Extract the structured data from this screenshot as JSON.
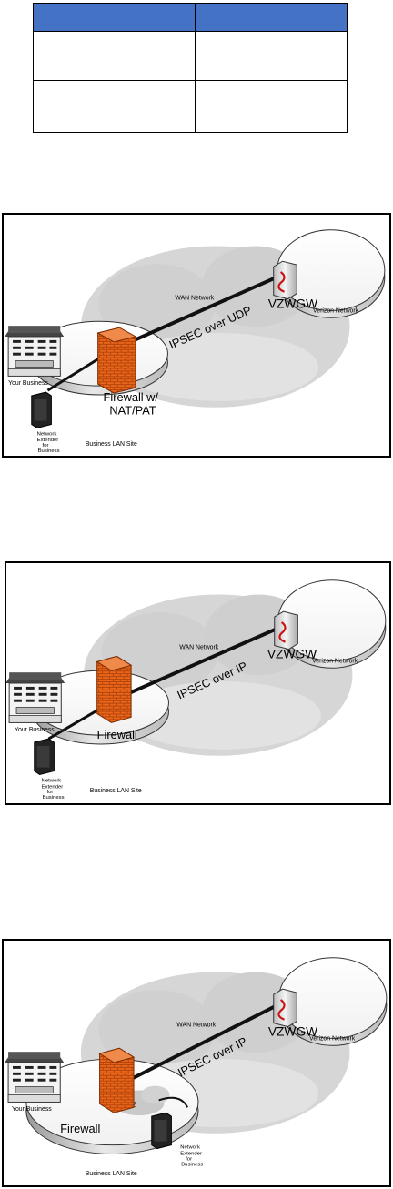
{
  "table": {
    "header": [
      "",
      ""
    ],
    "rows": [
      [
        "",
        ""
      ],
      [
        "",
        ""
      ]
    ],
    "header_color": "#4472C4"
  },
  "diagrams": [
    {
      "wan": "WAN Network",
      "gateway": "VZWGW",
      "verizon": "Verizon Network",
      "tunnel": "IPSEC over UDP",
      "firewall": [
        "Firewall w/",
        "NAT/PAT"
      ],
      "business": "Your Business",
      "extender": [
        "Network",
        "Extender",
        "for",
        "Business"
      ],
      "lan": "Business LAN Site"
    },
    {
      "wan": "WAN Network",
      "gateway": "VZWGW",
      "verizon": "Verizon Network",
      "tunnel": "IPSEC over IP",
      "firewall": [
        "Firewall"
      ],
      "business": "Your Business",
      "extender": [
        "Network",
        "Extender",
        "for",
        "Business"
      ],
      "lan": "Business LAN Site"
    },
    {
      "wan": "WAN Network",
      "gateway": "VZWGW",
      "verizon": "Verizon Network",
      "tunnel": "IPSEC over IP",
      "firewall": [
        "Firewall"
      ],
      "dmz": "DMZ",
      "business": "Your Business",
      "extender": [
        "Network",
        "Extender",
        "for",
        "Business"
      ],
      "lan": "Business LAN Site"
    }
  ],
  "colors": {
    "firewall": "#E8651A",
    "cloud": "#DADADA",
    "tunnel": "#111111"
  }
}
